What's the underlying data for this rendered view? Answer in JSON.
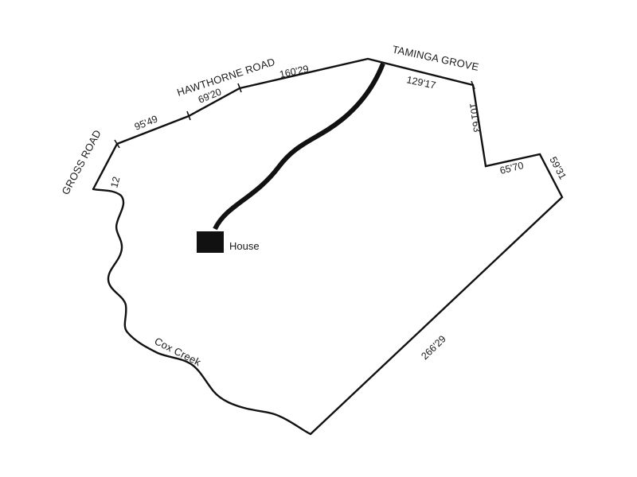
{
  "map": {
    "roads": {
      "gross_road": "GROSS ROAD",
      "hawthorne_road": "HAWTHORNE ROAD",
      "taminga_grove": "TAMINGA GROVE"
    },
    "creek": "Cox Creek",
    "house": "House",
    "dimensions": {
      "gross_road": "12",
      "hawthorne_1": "95'49",
      "hawthorne_2": "69'20",
      "hawthorne_3": "160'29",
      "taminga_1": "129'17",
      "east_side": "101'63",
      "notch_bottom": "65'70",
      "notch_east": "59'31",
      "south_east": "266'29"
    },
    "colors": {
      "line": "#111111",
      "background": "#ffffff"
    }
  }
}
